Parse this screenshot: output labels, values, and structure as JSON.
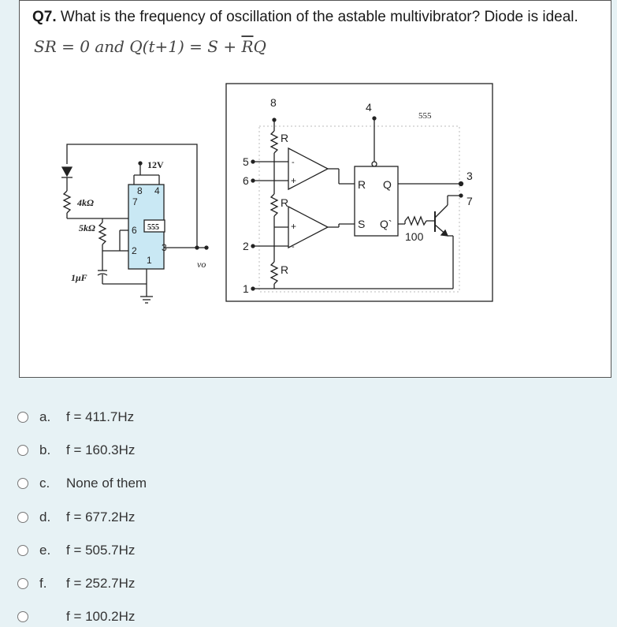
{
  "question": {
    "number": "Q7.",
    "text": "What is the frequency of oscillation of the astable multivibrator? Diode is ideal.",
    "formula_pre": "SR = 0 and Q(t+1) = S + ",
    "formula_bar": "R",
    "formula_post": "Q"
  },
  "circuit": {
    "left": {
      "supply": "12V",
      "pin8": "8",
      "pin4": "4",
      "pin7": "7",
      "pin6": "6",
      "pin2": "2",
      "pin1": "1",
      "pin3": "3",
      "chip": "555",
      "r1": "4kΩ",
      "r2": "5kΩ",
      "cap": "1μF",
      "out": "vo"
    },
    "right": {
      "pin8": "8",
      "pin4": "4",
      "pin5": "5",
      "pin6": "6",
      "pin2": "2",
      "pin1": "1",
      "pin3": "3",
      "pin7": "7",
      "chip": "555",
      "r_top": "R",
      "r_mid": "R",
      "r_bot": "R",
      "ff_r": "R",
      "ff_q": "Q",
      "ff_s": "S",
      "ff_qbar": "Q`",
      "res": "100",
      "plus1": "+",
      "minus1": "-",
      "plus2": "+",
      "minus2": "-"
    }
  },
  "options": [
    {
      "letter": "a.",
      "text": "f = 411.7Hz"
    },
    {
      "letter": "b.",
      "text": "f = 160.3Hz"
    },
    {
      "letter": "c.",
      "text": "None of them"
    },
    {
      "letter": "d.",
      "text": "f = 677.2Hz"
    },
    {
      "letter": "e.",
      "text": "f = 505.7Hz"
    },
    {
      "letter": "f.",
      "text": "f = 252.7Hz"
    },
    {
      "letter": "",
      "text": "f = 100.2Hz"
    }
  ]
}
